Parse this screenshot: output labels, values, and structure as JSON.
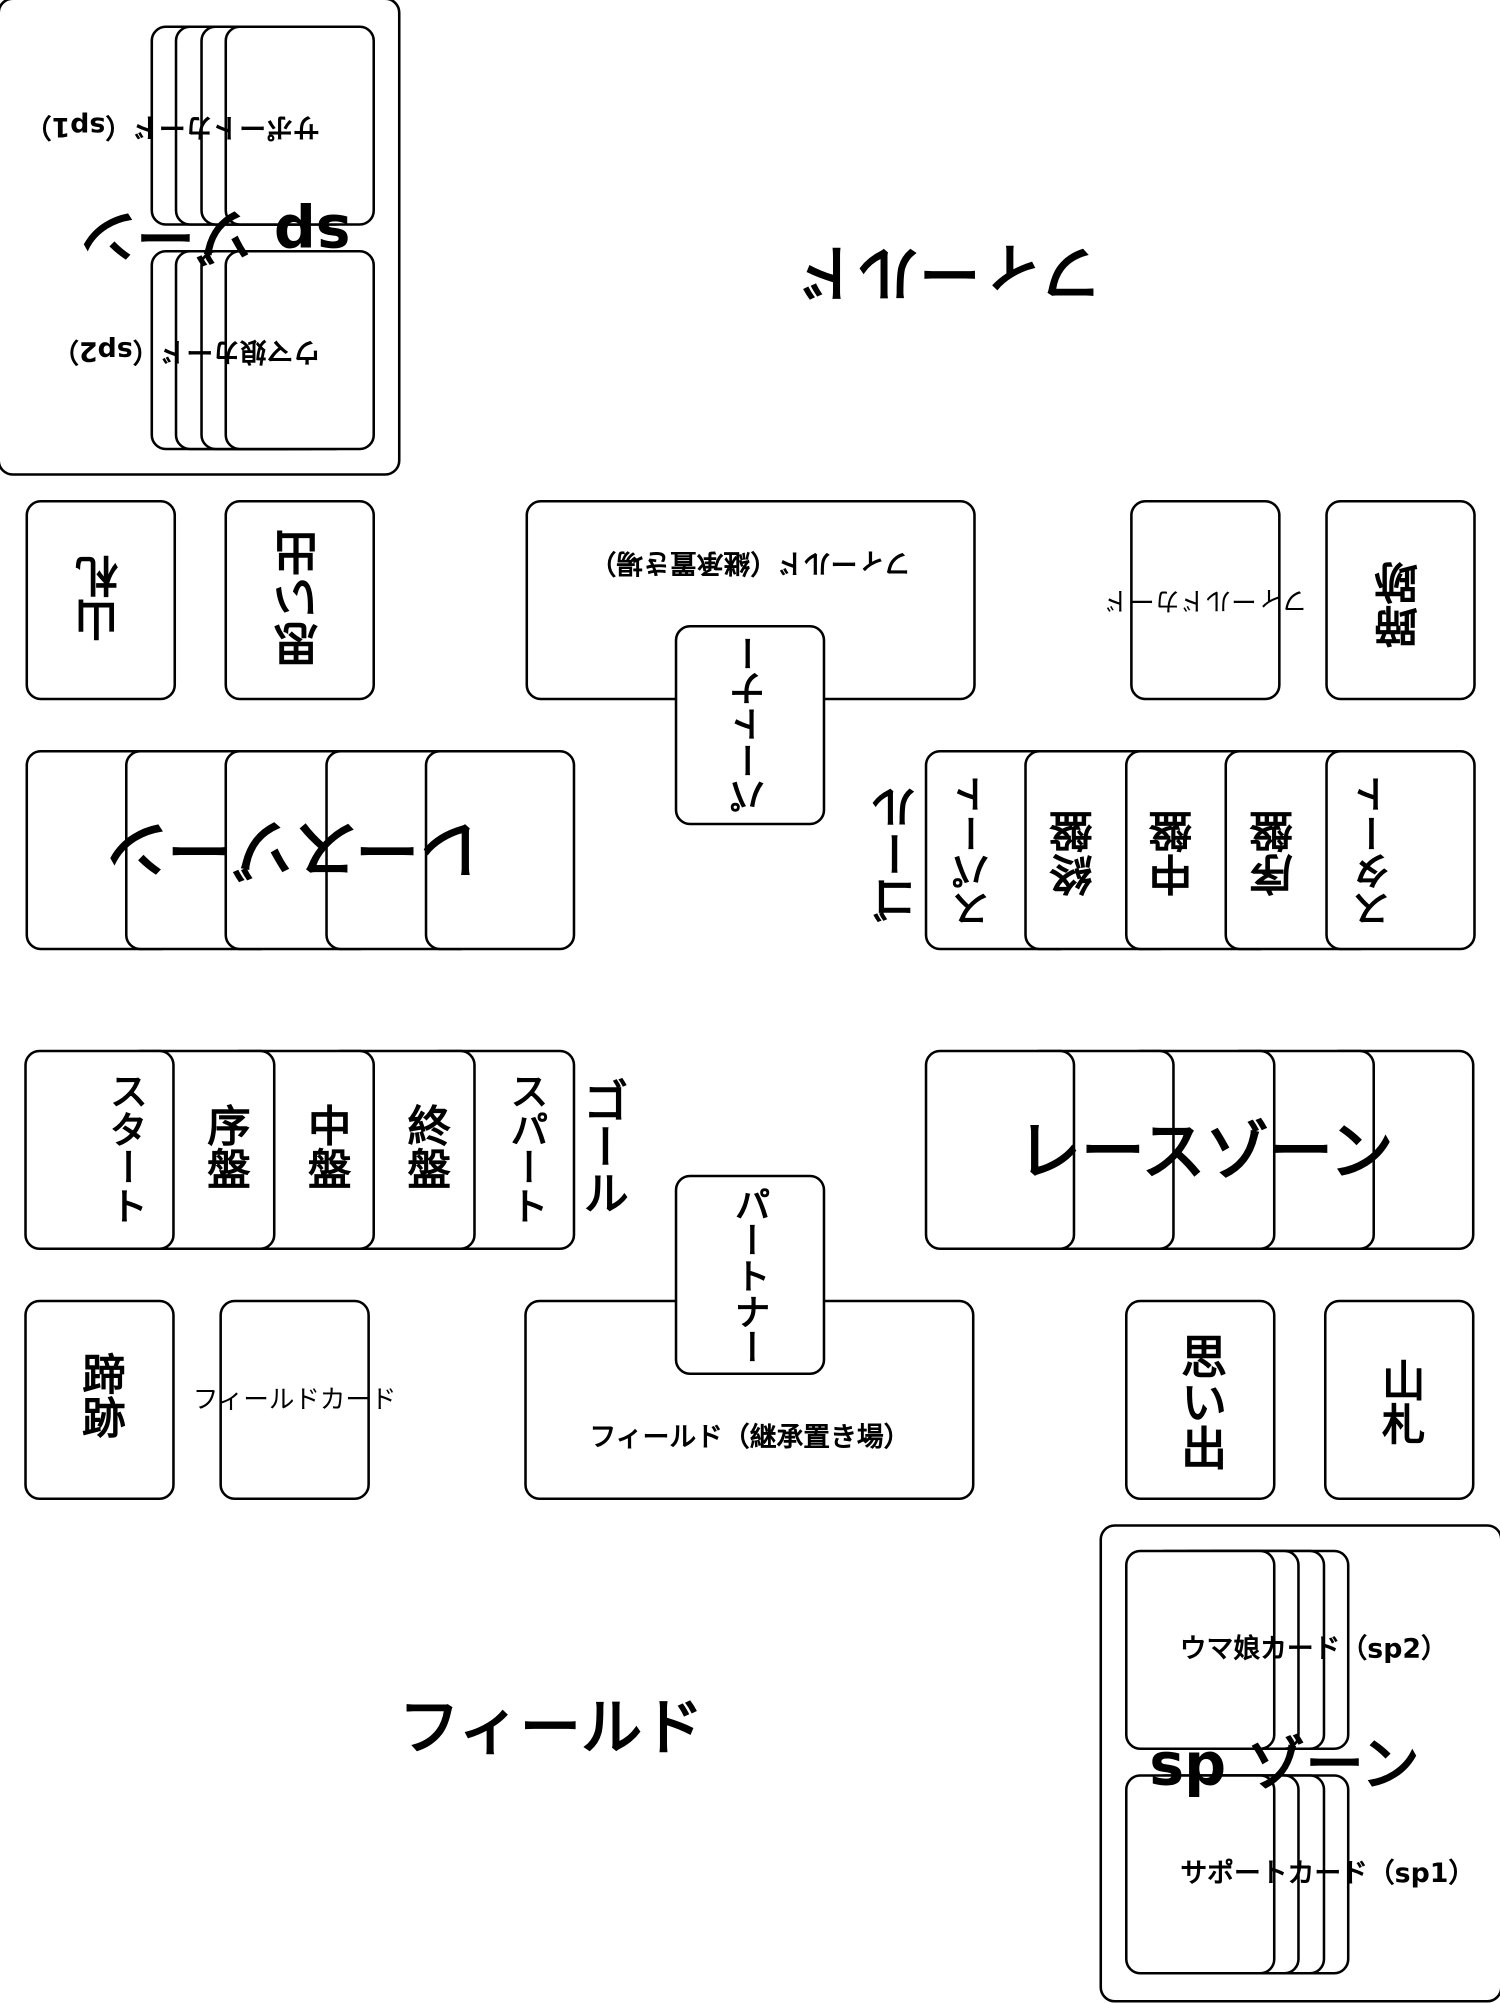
{
  "zones": {
    "stages": [
      "スタート",
      "序盤",
      "中盤",
      "終盤",
      "スパート"
    ],
    "goal": "ゴール",
    "race_zone": "レースゾーン",
    "partner": "パートナー",
    "field_inherit": "フィールド（継承置き場）",
    "hoofprints": "蹄跡",
    "field_card": "フィールドカード",
    "memories": "思い出",
    "deck": "山札",
    "field": "フィールド",
    "sp_zone": "sp ゾーン",
    "uma_card": "ウマ娘カード（sp2）",
    "support_card": "サポートカード（sp1）"
  },
  "colors": {
    "line": "#000000",
    "background": "#ffffff"
  }
}
